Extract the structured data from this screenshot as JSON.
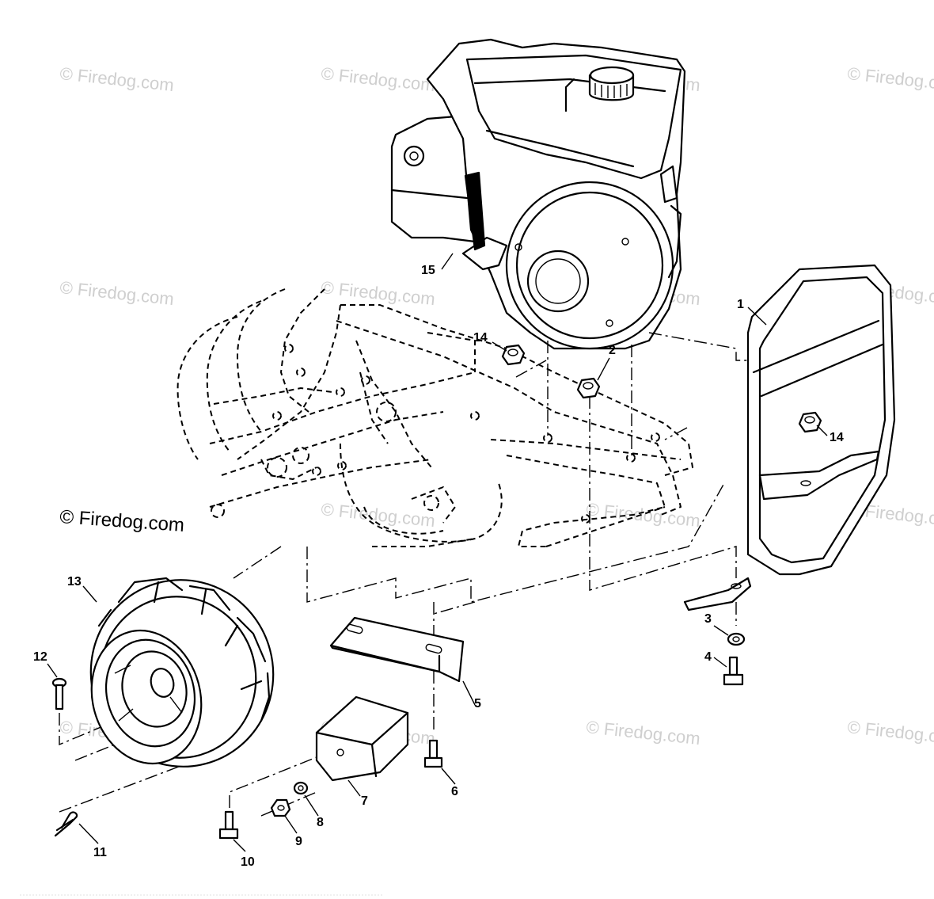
{
  "copyright": "© Firedog.com",
  "watermark": "© Firedog.com",
  "callouts": {
    "c1": "1",
    "c2": "2",
    "c3": "3",
    "c4": "4",
    "c5": "5",
    "c6": "6",
    "c7": "7",
    "c8": "8",
    "c9": "9",
    "c10": "10",
    "c11": "11",
    "c12": "12",
    "c13": "13",
    "c14a": "14",
    "c14b": "14",
    "c15": "15"
  }
}
